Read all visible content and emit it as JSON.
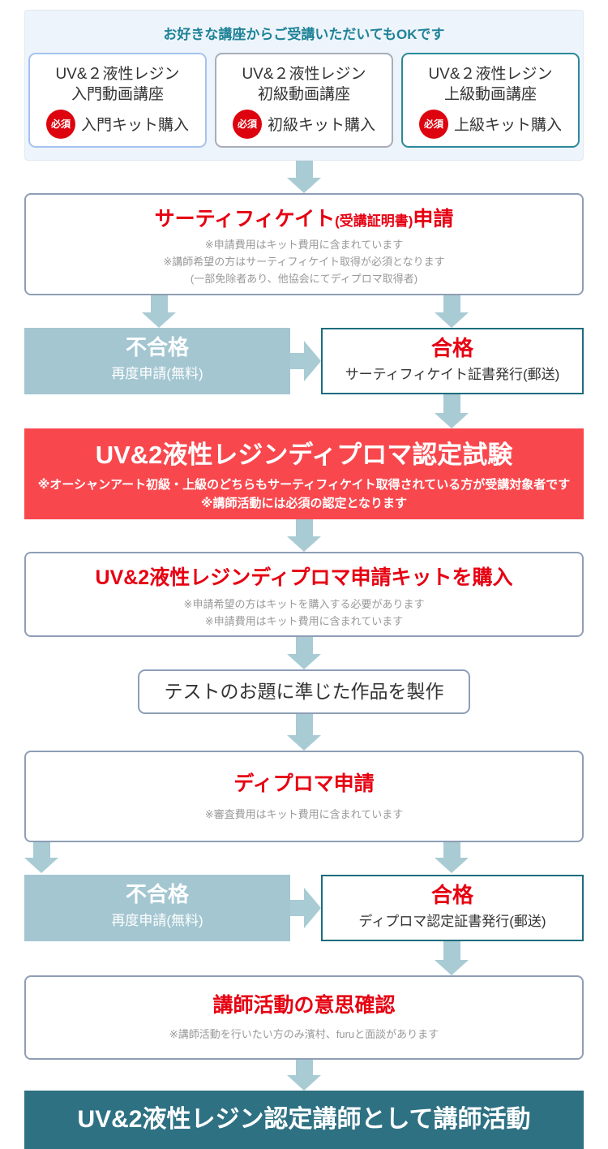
{
  "colors": {
    "arrow": "#a9cbd4",
    "red_text": "#e60012",
    "badge_red": "#dd040f",
    "banner_red": "#f8484e",
    "fail_bg": "#a3c6d1",
    "pass_border": "#1d6c7e",
    "box_border": "#8e9eb5",
    "final_teal": "#2e7183",
    "intro_bg": "#eef4fb",
    "intro_title": "#1e8397"
  },
  "intro": {
    "title": "お好きな講座からご受講いただいてもOKです",
    "required_badge": "必須",
    "courses": [
      {
        "line1": "UV&２液性レジン",
        "line2": "入門動画講座",
        "kit": "入門キット購入"
      },
      {
        "line1": "UV&２液性レジン",
        "line2": "初級動画講座",
        "kit": "初級キット購入"
      },
      {
        "line1": "UV&２液性レジン",
        "line2": "上級動画講座",
        "kit": "上級キット購入"
      }
    ]
  },
  "certificate": {
    "title_main": "サーティフィケイト",
    "title_paren": "(受講証明書)",
    "title_suffix": "申請",
    "notes": [
      "※申請費用はキット費用に含まれています",
      "※講師希望の方はサーティフィケイト取得が必須となります",
      "(一部免除者あり、他協会にてディプロマ取得者)"
    ]
  },
  "cert_result": {
    "fail": {
      "title": "不合格",
      "sub": "再度申請(無料)"
    },
    "pass": {
      "title": "合格",
      "sub": "サーティフィケイト証書発行(郵送)"
    }
  },
  "exam": {
    "title": "UV&2液性レジンディプロマ認定試験",
    "notes": [
      "※オーシャンアート初級・上級のどちらもサーティフィケイト取得されている方が受講対象者です",
      "※講師活動には必須の認定となります"
    ]
  },
  "kit_purchase": {
    "title": "UV&2液性レジンディプロマ申請キットを購入",
    "notes": [
      "※申請希望の方はキットを購入する必要があります",
      "※申請費用はキット費用に含まれています"
    ]
  },
  "production": {
    "title": "テストのお題に準じた作品を製作"
  },
  "diploma": {
    "title": "ディプロマ申請",
    "notes": [
      "※審査費用はキット費用に含まれています"
    ]
  },
  "diploma_result": {
    "fail": {
      "title": "不合格",
      "sub": "再度申請(無料)"
    },
    "pass": {
      "title": "合格",
      "sub": "ディプロマ認定証書発行(郵送)"
    }
  },
  "intent": {
    "title": "講師活動の意思確認",
    "notes": [
      "※講師活動を行いたい方のみ濱村、furuと面談があります"
    ]
  },
  "final": {
    "title": "UV&2液性レジン認定講師として講師活動"
  }
}
